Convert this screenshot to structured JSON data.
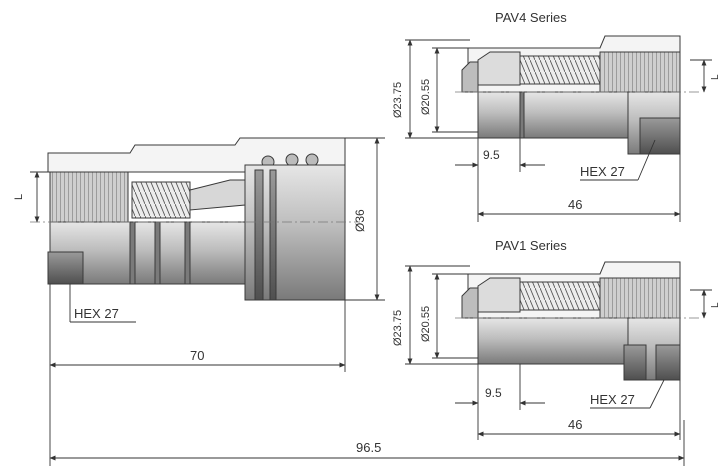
{
  "colors": {
    "line": "#3a3a3a",
    "metal_light": "#d8d8d8",
    "metal_mid": "#a9a9a9",
    "metal_dark": "#6e6e6e",
    "metal_shadow": "#4a4a4a",
    "background": "#ffffff"
  },
  "coupler": {
    "hex_label": "HEX 27",
    "length_label": "70",
    "diameter_label": "Ø36",
    "thread_label": "L"
  },
  "pav4": {
    "series_title": "PAV4 Series",
    "outer_diameter_label": "Ø23.75",
    "inner_diameter_label": "Ø20.55",
    "offset_label": "9.5",
    "length_label": "46",
    "hex_label": "HEX 27",
    "thread_label": "L"
  },
  "pav1": {
    "series_title": "PAV1 Series",
    "outer_diameter_label": "Ø23.75",
    "inner_diameter_label": "Ø20.55",
    "offset_label": "9.5",
    "length_label": "46",
    "hex_label": "HEX 27",
    "thread_label": "L"
  },
  "overall": {
    "total_length_label": "96.5"
  }
}
